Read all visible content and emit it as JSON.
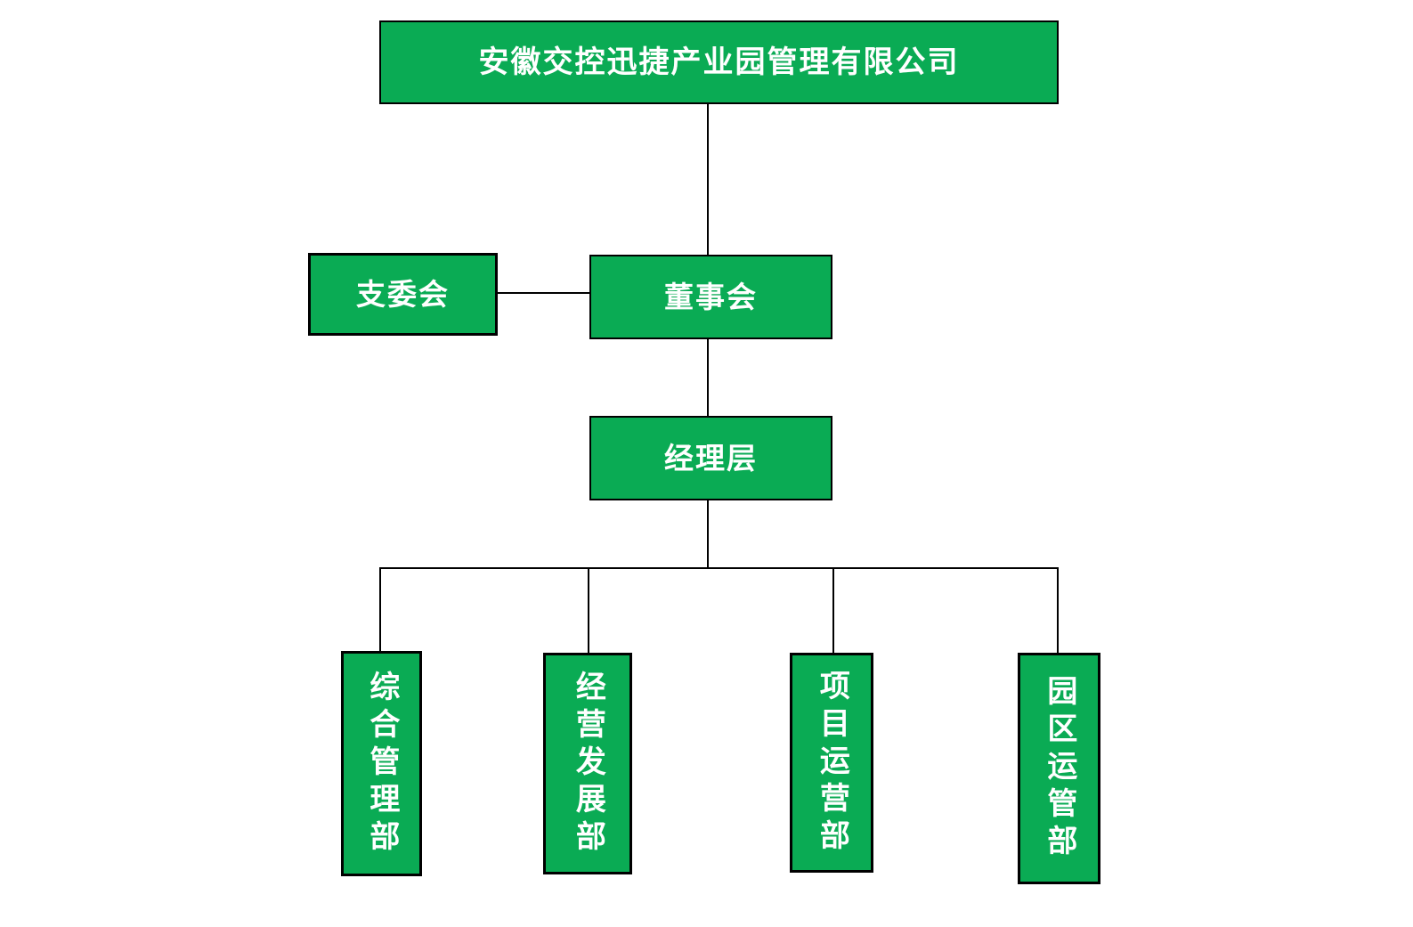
{
  "org_chart": {
    "title_node": {
      "label": "安徽交控迅捷产业园管理有限公司"
    },
    "committee_node": {
      "label": "支委会"
    },
    "board_node": {
      "label": "董事会"
    },
    "management_node": {
      "label": "经理层"
    },
    "departments": [
      {
        "label": "综合管理部"
      },
      {
        "label": "经营发展部"
      },
      {
        "label": "项目运营部"
      },
      {
        "label": "园区运管部"
      }
    ],
    "colors": {
      "box_fill": "#0AAB54",
      "box_border": "#000000",
      "box_text": "#FFFFFF",
      "connector": "#000000",
      "background": "#FFFFFF"
    },
    "structure": {
      "root": "安徽交控迅捷产业园管理有限公司",
      "root_children": [
        "董事会"
      ],
      "board_lateral": [
        "支委会"
      ],
      "board_children": [
        "经理层"
      ],
      "management_children": [
        "综合管理部",
        "经营发展部",
        "项目运营部",
        "园区运管部"
      ]
    }
  }
}
